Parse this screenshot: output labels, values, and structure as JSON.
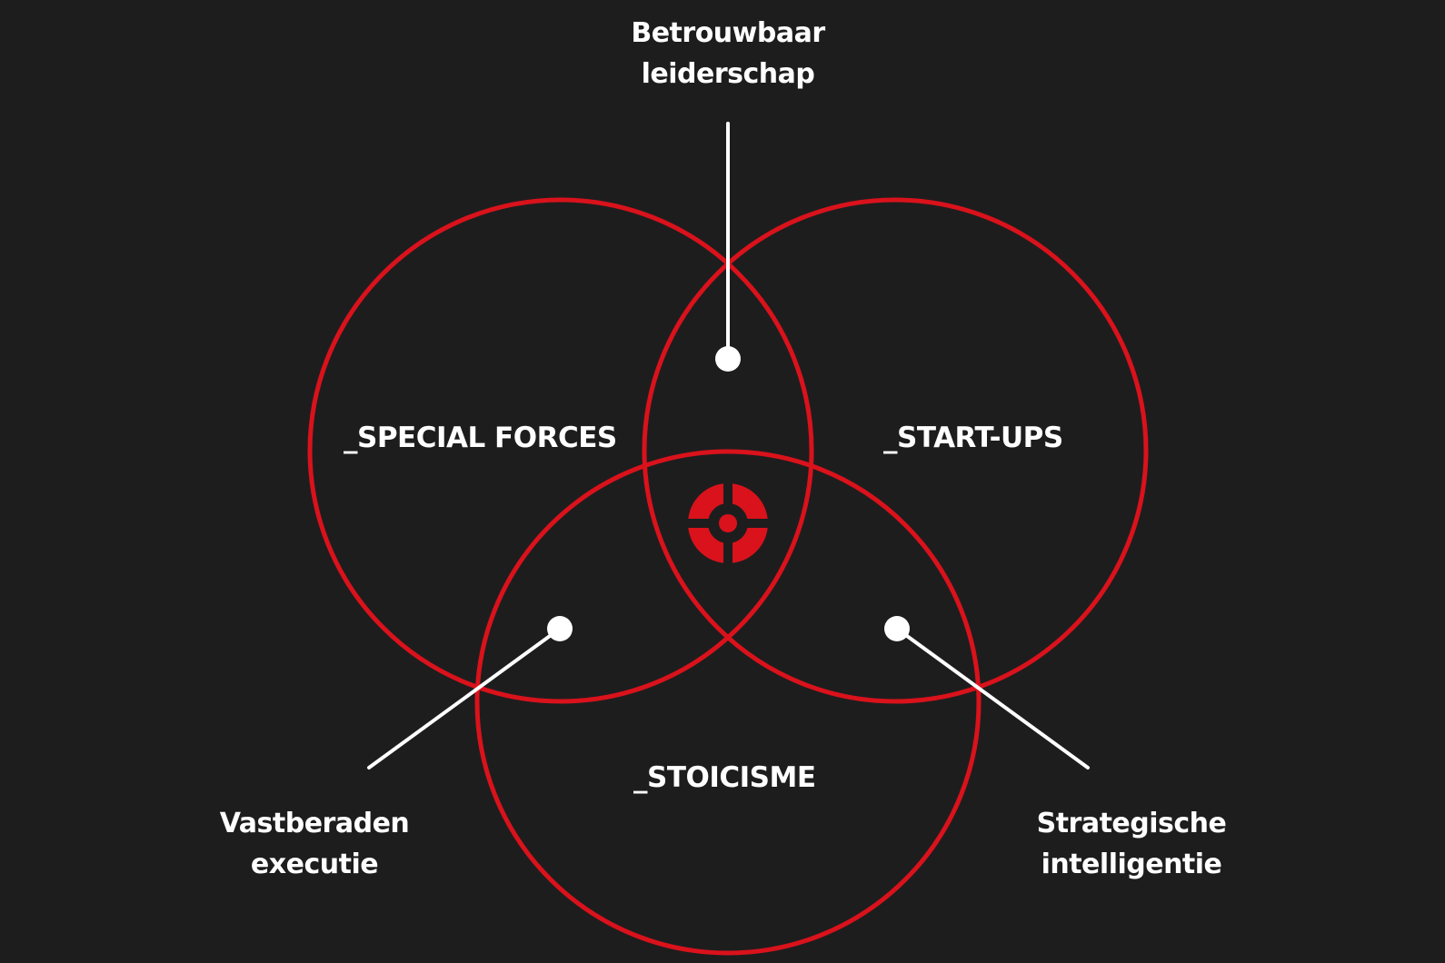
{
  "colors": {
    "background": "#1e1d1e",
    "ring": "#d9121b",
    "text": "#ffffff",
    "accent": "#d9121b"
  },
  "circles": [
    {
      "id": "special-forces",
      "label": "_SPECIAL FORCES"
    },
    {
      "id": "start-ups",
      "label": "_START-UPS"
    },
    {
      "id": "stoicisme",
      "label": "_STOICISME"
    }
  ],
  "callouts": {
    "top": {
      "line1": "Betrouwbaar",
      "line2": "leiderschap"
    },
    "left": {
      "line1": "Vastberaden",
      "line2": "executie"
    },
    "right": {
      "line1": "Strategische",
      "line2": "intelligentie"
    }
  },
  "center_icon": "crosshair-target-icon"
}
